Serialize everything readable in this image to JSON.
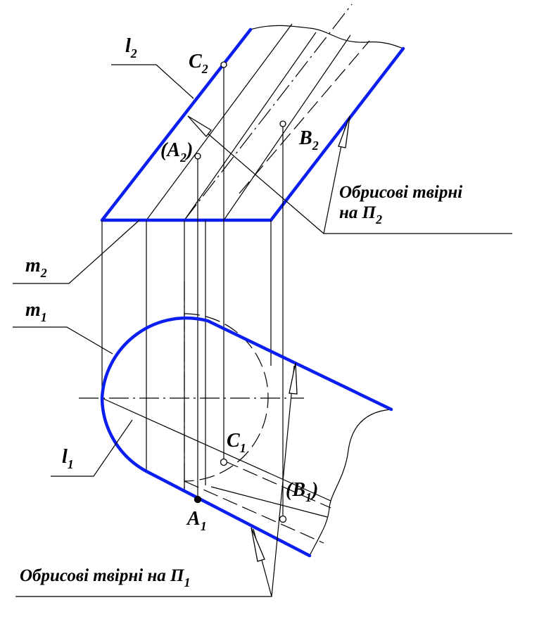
{
  "labels": {
    "l2": {
      "main": "l",
      "sub": "2"
    },
    "c2": {
      "main": "C",
      "sub": "2"
    },
    "a2": {
      "open": "(",
      "main": "A",
      "sub": "2",
      "close": ")"
    },
    "b2": {
      "main": "B",
      "sub": "2"
    },
    "m2": {
      "main": "m",
      "sub": "2"
    },
    "m1": {
      "main": "m",
      "sub": "1"
    },
    "l1": {
      "main": "l",
      "sub": "1"
    },
    "c1": {
      "main": "C",
      "sub": "1"
    },
    "b1": {
      "open": "(",
      "main": "B",
      "sub": "1",
      "close": ")"
    },
    "a1": {
      "main": "A",
      "sub": "1"
    }
  },
  "captions": {
    "outline_p2_line1": "Обрисові твірні",
    "outline_p2_line2_main": "на П",
    "outline_p2_line2_sub": "2",
    "outline_p1_main": "Обрисові твірні на П",
    "outline_p1_sub": "1"
  },
  "colors": {
    "outline": "#0a1ef0",
    "line": "#000000",
    "background": "#ffffff"
  }
}
